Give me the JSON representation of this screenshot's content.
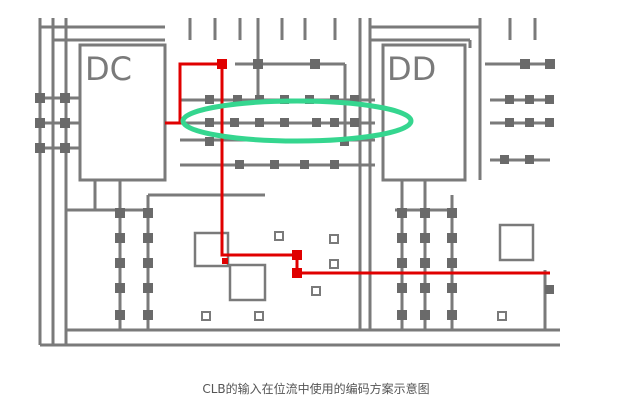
{
  "figure": {
    "blocks": [
      {
        "id": "dc",
        "label": "DC"
      },
      {
        "id": "dd",
        "label": "DD"
      }
    ],
    "caption": "CLB的输入在位流中使用的编码方案示意图",
    "colors": {
      "wire": "#7a7a7a",
      "routed_path": "#e00000",
      "highlight_ellipse": "#35d68f",
      "background": "#ffffff"
    }
  }
}
